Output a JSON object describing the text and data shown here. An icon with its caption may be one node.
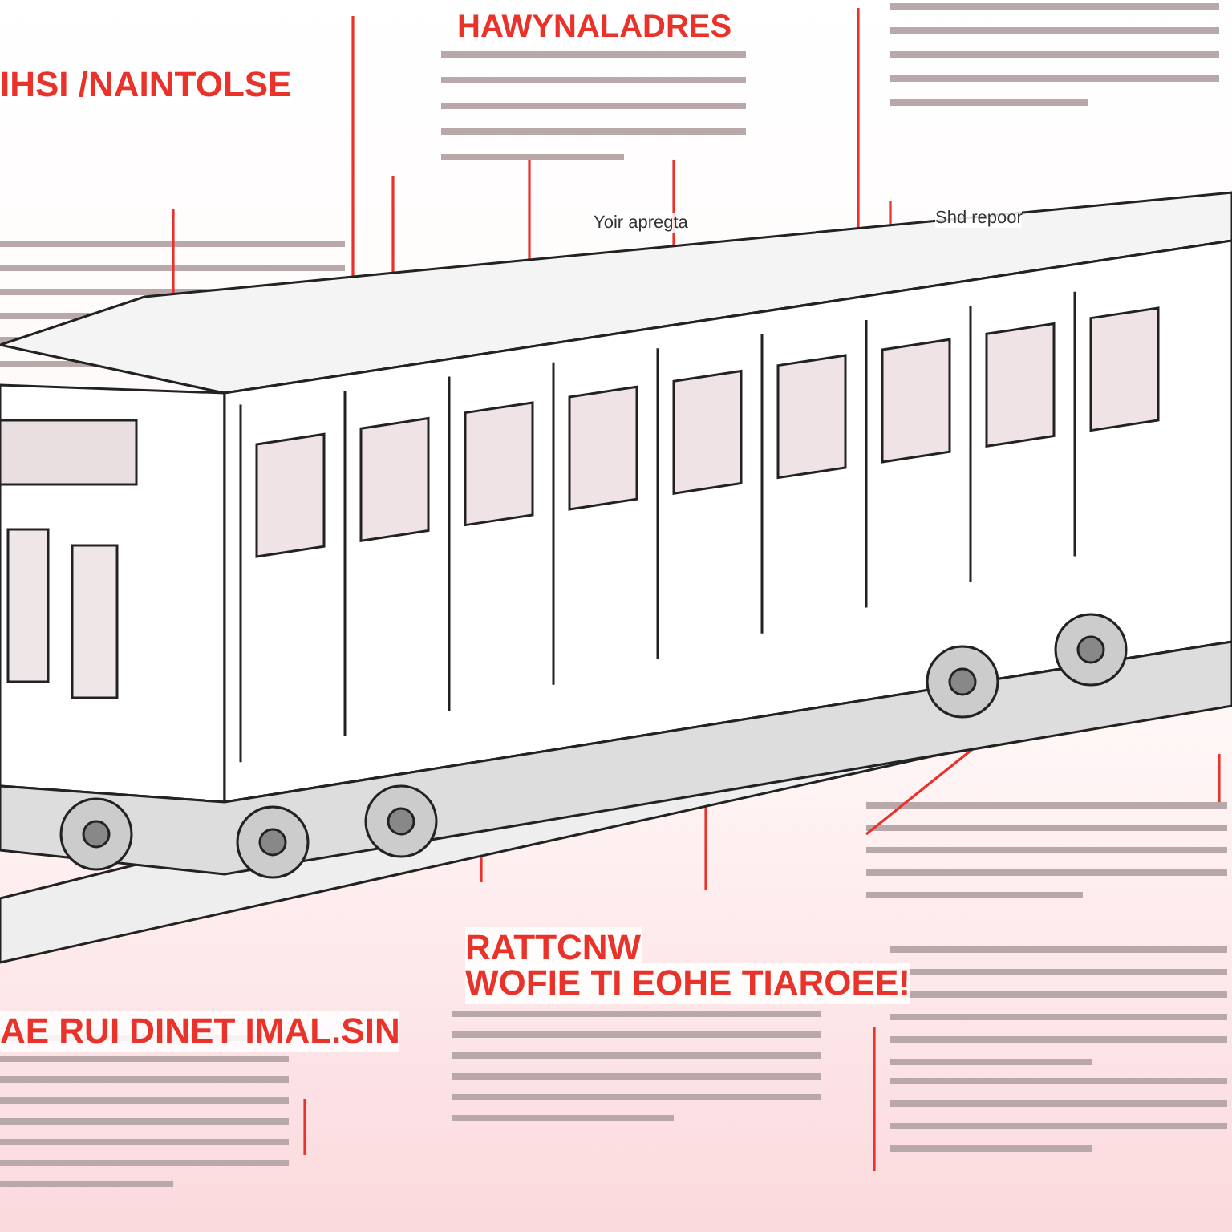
{
  "diagram": {
    "labels": [
      "IHSI /NAINTOLSE",
      "HAWYNALADRES",
      "Yoir apregta",
      "Shd repoor",
      "RATTCNW",
      "WOFIE TI EOHE TIAROEE!",
      "AE RUI DINET IMAL.SIN"
    ]
  }
}
